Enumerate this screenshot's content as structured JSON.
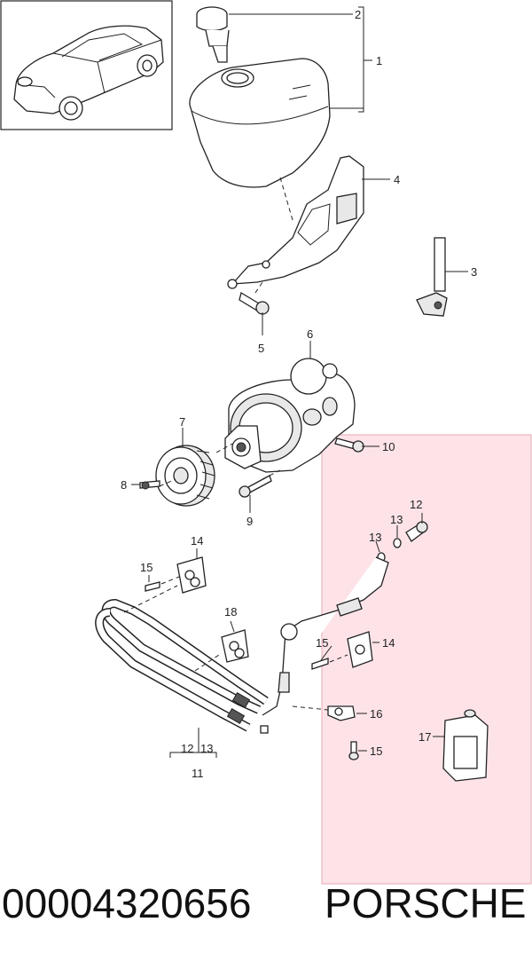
{
  "diagram": {
    "highlight_color": "#fde3e8",
    "highlight_border": "#e7a8b2",
    "callouts": [
      {
        "id": "c1",
        "text": "1"
      },
      {
        "id": "c2",
        "text": "2"
      },
      {
        "id": "c3",
        "text": "3"
      },
      {
        "id": "c4",
        "text": "4"
      },
      {
        "id": "c5",
        "text": "5"
      },
      {
        "id": "c6",
        "text": "6"
      },
      {
        "id": "c7",
        "text": "7"
      },
      {
        "id": "c8",
        "text": "8"
      },
      {
        "id": "c9",
        "text": "9"
      },
      {
        "id": "c10",
        "text": "10"
      },
      {
        "id": "c11",
        "text": "11"
      },
      {
        "id": "c12a",
        "text": "12"
      },
      {
        "id": "c12b",
        "text": "12"
      },
      {
        "id": "c13a",
        "text": "13"
      },
      {
        "id": "c13b",
        "text": "13"
      },
      {
        "id": "c13c",
        "text": "13"
      },
      {
        "id": "c14a",
        "text": "14"
      },
      {
        "id": "c14b",
        "text": "14"
      },
      {
        "id": "c15a",
        "text": "15"
      },
      {
        "id": "c15b",
        "text": "15"
      },
      {
        "id": "c15c",
        "text": "15"
      },
      {
        "id": "c16",
        "text": "16"
      },
      {
        "id": "c17",
        "text": "17"
      },
      {
        "id": "c18",
        "text": "18"
      }
    ]
  },
  "footer": {
    "part_number": "00004320656",
    "brand": "PORSCHE"
  }
}
